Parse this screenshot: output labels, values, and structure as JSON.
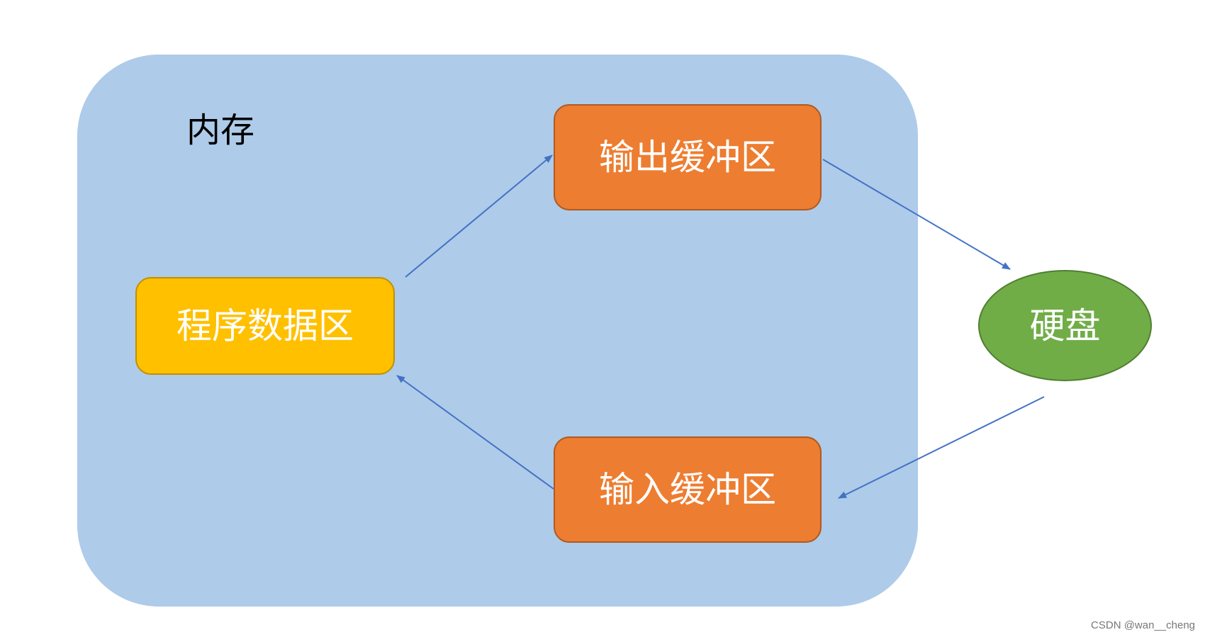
{
  "memory": {
    "label": "内存"
  },
  "nodes": {
    "output_buffer": "输出缓冲区",
    "input_buffer": "输入缓冲区",
    "program_data": "程序数据区",
    "disk": "硬盘"
  },
  "watermark": "CSDN @wan__cheng",
  "colors": {
    "memory_fill": "#aecbe9",
    "buffer_fill": "#ed7d31",
    "program_fill": "#ffc000",
    "disk_fill": "#70ad47",
    "arrow": "#4472c4"
  }
}
